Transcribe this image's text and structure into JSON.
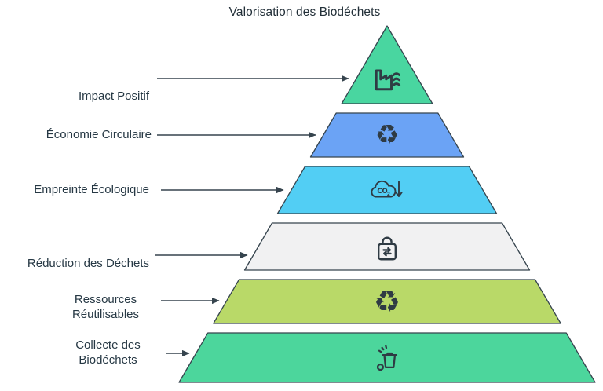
{
  "title": "Valorisation des Biodéchets",
  "colors": {
    "background": "#ffffff",
    "outline": "#36444e",
    "arrow": "#36444e",
    "icon": "#2f3b44",
    "text": "#263844"
  },
  "glyphs": {
    "recycle": "♻"
  },
  "co2": {
    "text": "CO",
    "sub": "2"
  },
  "levels": [
    {
      "label": "Impact Positif",
      "color": "#49d6a0",
      "icon": "factory-waves-icon"
    },
    {
      "label": "Économie Circulaire",
      "color": "#6ba3f5",
      "icon": "recycle-icon"
    },
    {
      "label": "Empreinte Écologique",
      "color": "#52cef4",
      "icon": "co2-reduction-icon"
    },
    {
      "label": "Réduction des Déchets",
      "color": "#f1f1f2",
      "icon": "reusable-bag-icon"
    },
    {
      "label": "Ressources Réutilisables",
      "color": "#b9d968",
      "icon": "recycle-icon"
    },
    {
      "label": "Collecte des Biodéchets",
      "color": "#4cd69c",
      "icon": "biowaste-bin-icon"
    }
  ]
}
